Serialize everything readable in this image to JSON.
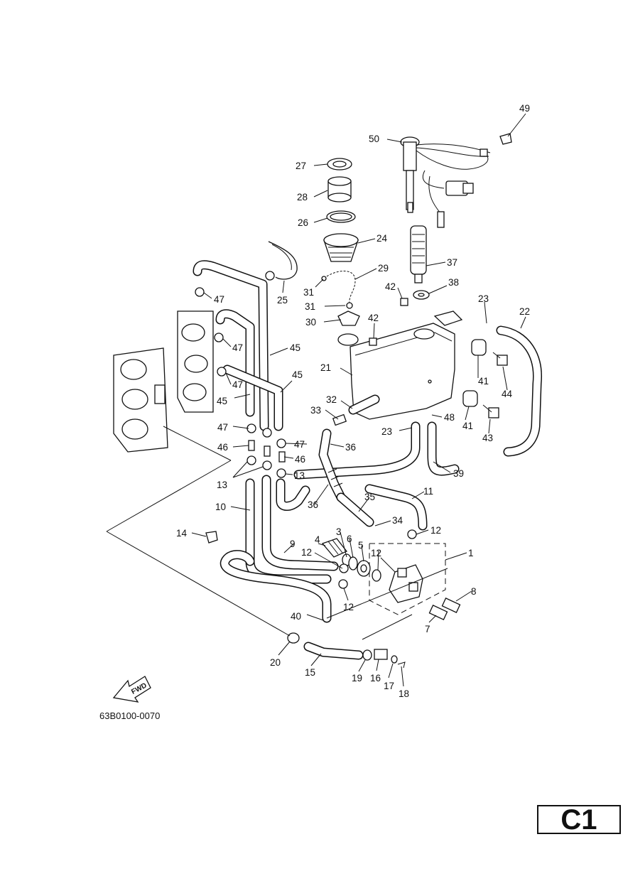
{
  "diagram": {
    "document_code": "63B0100-0070",
    "page_tag": "C1",
    "fwd_label": "FWD",
    "callouts": [
      {
        "id": "c49",
        "text": "49"
      },
      {
        "id": "c50",
        "text": "50"
      },
      {
        "id": "c27",
        "text": "27"
      },
      {
        "id": "c28",
        "text": "28"
      },
      {
        "id": "c26",
        "text": "26"
      },
      {
        "id": "c24",
        "text": "24"
      },
      {
        "id": "c29",
        "text": "29"
      },
      {
        "id": "c37",
        "text": "37"
      },
      {
        "id": "c31a",
        "text": "31"
      },
      {
        "id": "c25",
        "text": "25"
      },
      {
        "id": "c42a",
        "text": "42"
      },
      {
        "id": "c38",
        "text": "38"
      },
      {
        "id": "c47a",
        "text": "47"
      },
      {
        "id": "c23a",
        "text": "23"
      },
      {
        "id": "c31b",
        "text": "31"
      },
      {
        "id": "c22",
        "text": "22"
      },
      {
        "id": "c42b",
        "text": "42"
      },
      {
        "id": "c30",
        "text": "30"
      },
      {
        "id": "c47b",
        "text": "47"
      },
      {
        "id": "c45a",
        "text": "45"
      },
      {
        "id": "c21",
        "text": "21"
      },
      {
        "id": "c41a",
        "text": "41"
      },
      {
        "id": "c44",
        "text": "44"
      },
      {
        "id": "c47c",
        "text": "47"
      },
      {
        "id": "c45b",
        "text": "45"
      },
      {
        "id": "c45c",
        "text": "45"
      },
      {
        "id": "c32",
        "text": "32"
      },
      {
        "id": "c33",
        "text": "33"
      },
      {
        "id": "c48",
        "text": "48"
      },
      {
        "id": "c41b",
        "text": "41"
      },
      {
        "id": "c43",
        "text": "43"
      },
      {
        "id": "c47d",
        "text": "47"
      },
      {
        "id": "c47e",
        "text": "47"
      },
      {
        "id": "c23b",
        "text": "23"
      },
      {
        "id": "c36a",
        "text": "36"
      },
      {
        "id": "c46a",
        "text": "46"
      },
      {
        "id": "c46b",
        "text": "46"
      },
      {
        "id": "c39",
        "text": "39"
      },
      {
        "id": "c13a",
        "text": "13"
      },
      {
        "id": "c13b",
        "text": "13"
      },
      {
        "id": "c35",
        "text": "35"
      },
      {
        "id": "c11",
        "text": "11"
      },
      {
        "id": "c10",
        "text": "10"
      },
      {
        "id": "c36b",
        "text": "36"
      },
      {
        "id": "c34",
        "text": "34"
      },
      {
        "id": "c4",
        "text": "4"
      },
      {
        "id": "c3",
        "text": "3"
      },
      {
        "id": "c6",
        "text": "6"
      },
      {
        "id": "c14",
        "text": "14"
      },
      {
        "id": "c12a",
        "text": "12"
      },
      {
        "id": "c5",
        "text": "5"
      },
      {
        "id": "c9",
        "text": "9"
      },
      {
        "id": "c1",
        "text": "1"
      },
      {
        "id": "c12b",
        "text": "12"
      },
      {
        "id": "c12c",
        "text": "12"
      },
      {
        "id": "c8",
        "text": "8"
      },
      {
        "id": "c12d",
        "text": "12"
      },
      {
        "id": "c40",
        "text": "40"
      },
      {
        "id": "c7",
        "text": "7"
      },
      {
        "id": "c20",
        "text": "20"
      },
      {
        "id": "c15",
        "text": "15"
      },
      {
        "id": "c19",
        "text": "19"
      },
      {
        "id": "c16",
        "text": "16"
      },
      {
        "id": "c17",
        "text": "17"
      },
      {
        "id": "c18",
        "text": "18"
      }
    ]
  }
}
